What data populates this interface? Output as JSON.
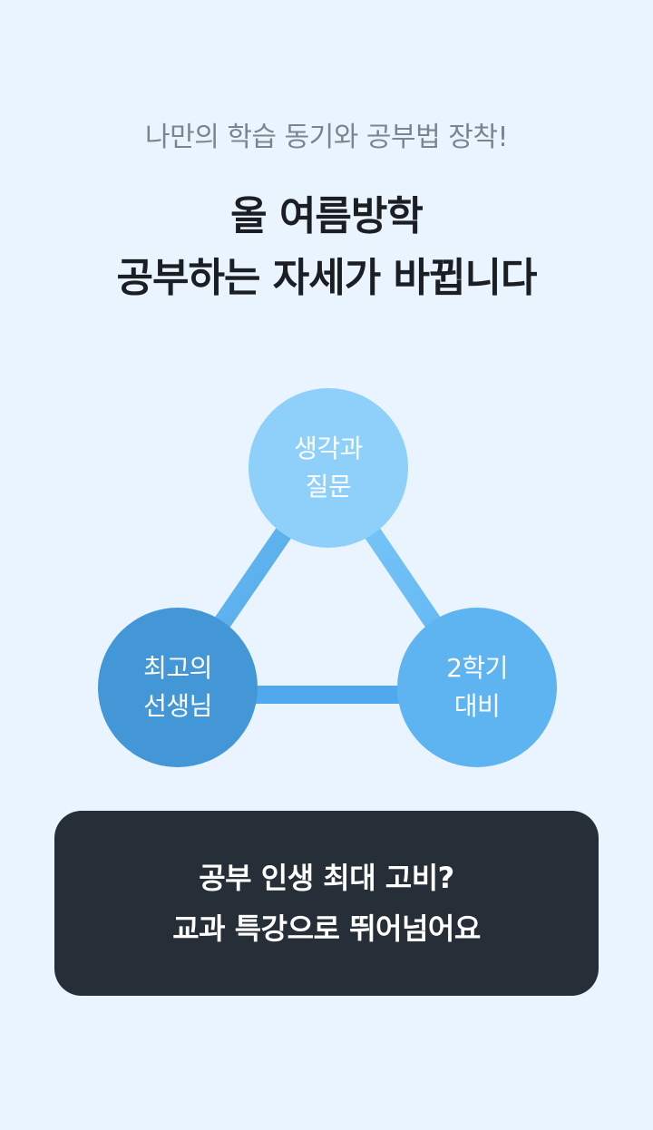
{
  "header": {
    "subtitle": "나만의 학습 동기와 공부법 장착!",
    "headline_line1": "올 여름방학",
    "headline_line2": "공부하는 자세가 바뀝니다"
  },
  "diagram": {
    "top": {
      "line1": "생각과",
      "line2": "질문"
    },
    "left": {
      "line1": "최고의",
      "line2": "선생님"
    },
    "right": {
      "line1": "2학기",
      "line2": "대비"
    }
  },
  "banner": {
    "line1": "공부 인생 최대 고비?",
    "line2": "교과 특강으로 뛰어넘어요"
  },
  "colors": {
    "background": "#E9F4FE",
    "circle_top": "#8FD0FB",
    "circle_left": "#4397D7",
    "circle_right": "#5EB4F1",
    "banner": "#262F38"
  }
}
